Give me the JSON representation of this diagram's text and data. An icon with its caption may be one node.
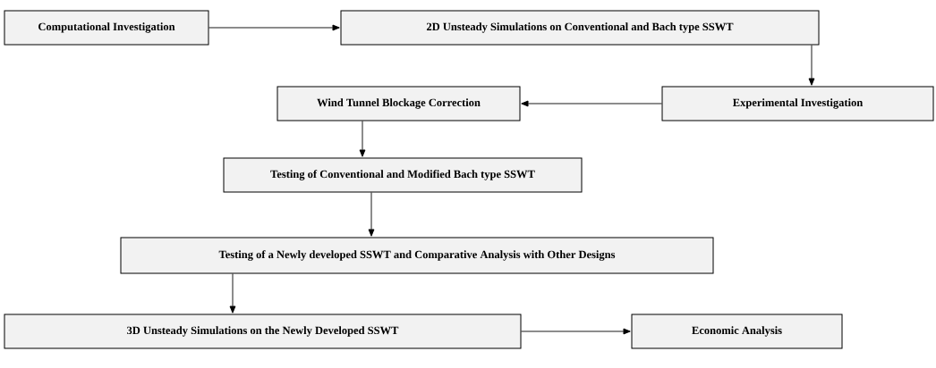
{
  "diagram": {
    "nodes": [
      {
        "text": [
          "Computational Investigation"
        ]
      },
      {
        "text": [
          "2D Unsteady Simulations on Conventional and Bach type SSWT"
        ]
      },
      {
        "text": [
          "Wind Tunnel Blockage Correction"
        ]
      },
      {
        "text": [
          "Experimental Investigation"
        ]
      },
      {
        "text": [
          "Testing of Conventional and Modified Bach type SSWT"
        ]
      },
      {
        "text": [
          "Testing of a Newly developed SSWT and Comparative Analysis with Other Designs"
        ]
      },
      {
        "text": [
          "3D Unsteady Simulations on the Newly Developed SSWT"
        ]
      },
      {
        "text": [
          "Economic Analysis"
        ]
      }
    ],
    "edges": [
      {
        "from": 0,
        "to": 1,
        "arrow": "to"
      },
      {
        "from": 1,
        "to": 3,
        "arrow": "to"
      },
      {
        "from": 3,
        "to": 2,
        "arrow": "to"
      },
      {
        "from": 2,
        "to": 4,
        "arrow": "to"
      },
      {
        "from": 4,
        "to": 5,
        "arrow": "to"
      },
      {
        "from": 5,
        "to": 6,
        "arrow": "to"
      },
      {
        "from": 6,
        "to": 7,
        "arrow": "to"
      }
    ]
  }
}
